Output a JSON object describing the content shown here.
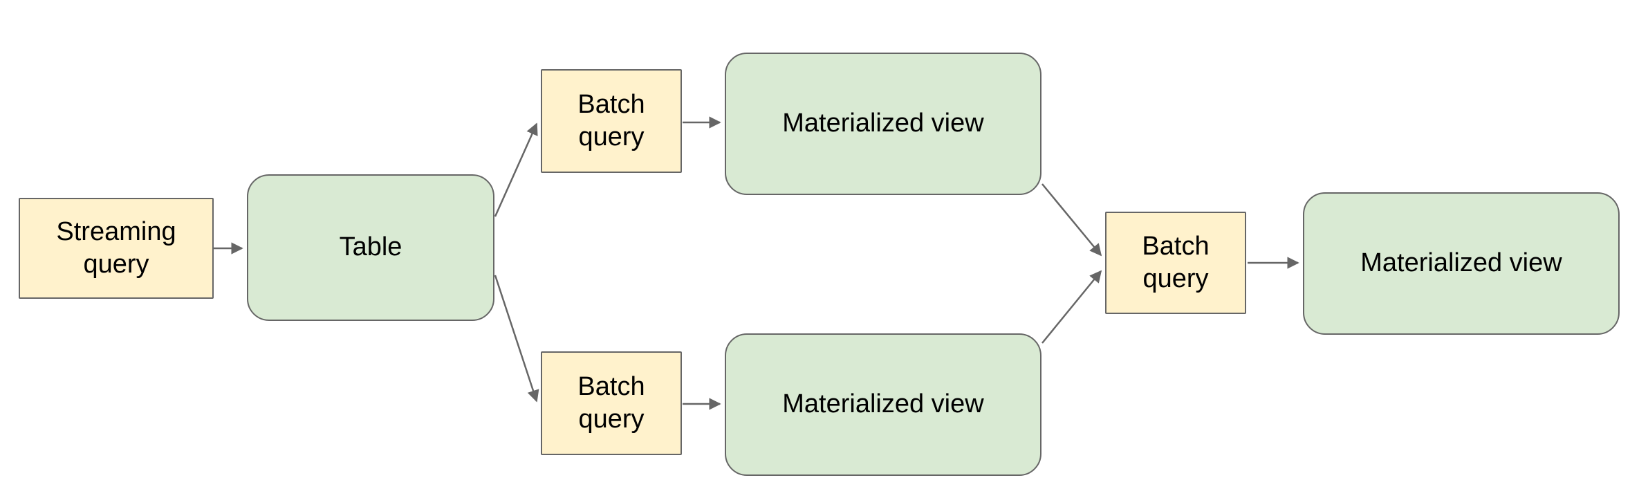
{
  "diagram": {
    "nodes": [
      {
        "id": "streaming-query",
        "label": "Streaming query",
        "kind": "query"
      },
      {
        "id": "table",
        "label": "Table",
        "kind": "data"
      },
      {
        "id": "batch-query-top",
        "label": "Batch query",
        "kind": "query"
      },
      {
        "id": "materialized-view-top",
        "label": "Materialized view",
        "kind": "data"
      },
      {
        "id": "batch-query-bottom",
        "label": "Batch query",
        "kind": "query"
      },
      {
        "id": "materialized-view-bottom",
        "label": "Materialized view",
        "kind": "data"
      },
      {
        "id": "batch-query-final",
        "label": "Batch query",
        "kind": "query"
      },
      {
        "id": "materialized-view-final",
        "label": "Materialized view",
        "kind": "data"
      }
    ],
    "edges": [
      {
        "from": "streaming-query",
        "to": "table"
      },
      {
        "from": "table",
        "to": "batch-query-top"
      },
      {
        "from": "table",
        "to": "batch-query-bottom"
      },
      {
        "from": "batch-query-top",
        "to": "materialized-view-top"
      },
      {
        "from": "batch-query-bottom",
        "to": "materialized-view-bottom"
      },
      {
        "from": "materialized-view-top",
        "to": "batch-query-final"
      },
      {
        "from": "materialized-view-bottom",
        "to": "batch-query-final"
      },
      {
        "from": "batch-query-final",
        "to": "materialized-view-final"
      }
    ],
    "colors": {
      "query_fill": "#fff2cc",
      "data_fill": "#d9ead3",
      "border": "#666666",
      "arrow": "#666666",
      "text": "#000000",
      "background": "#ffffff"
    }
  }
}
